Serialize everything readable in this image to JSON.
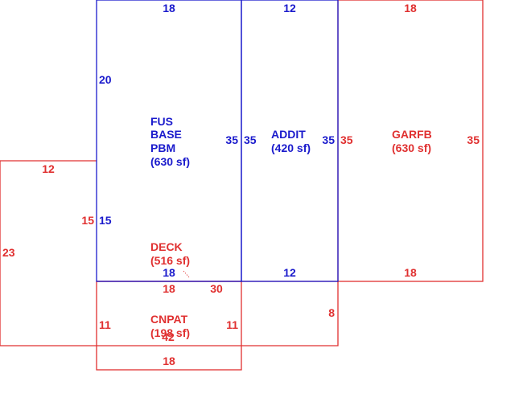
{
  "colors": {
    "main": "#1a1acc",
    "secondary": "#e03030"
  },
  "areas": {
    "fus": {
      "lines": [
        "FUS",
        "BASE",
        "PBM",
        "(630 sf)"
      ]
    },
    "addit": {
      "lines": [
        "ADDIT",
        "(420 sf)"
      ]
    },
    "garfb": {
      "lines": [
        "GARFB",
        "(630 sf)"
      ]
    },
    "deck": {
      "lines": [
        "DECK",
        "(516 sf)"
      ]
    },
    "cnpat": {
      "lines": [
        "CNPAT",
        "(198 sf)"
      ]
    }
  },
  "dimensions": {
    "fus_top": "18",
    "fus_left_upper": "20",
    "fus_left_lower": "15",
    "fus_right": "35",
    "fus_bottom": "18",
    "addit_top": "12",
    "addit_left": "35",
    "addit_right": "35",
    "addit_bottom": "12",
    "garfb_top": "18",
    "garfb_left": "35",
    "garfb_right": "35",
    "garfb_bottom": "18",
    "deck_top": "12",
    "deck_left": "23",
    "deck_inner": "15",
    "deck_bottom_18": "18",
    "deck_bottom_30": "30",
    "deck_right": "8",
    "deck_42": "42",
    "cnpat_left": "11",
    "cnpat_right": "11",
    "cnpat_bottom": "18"
  }
}
